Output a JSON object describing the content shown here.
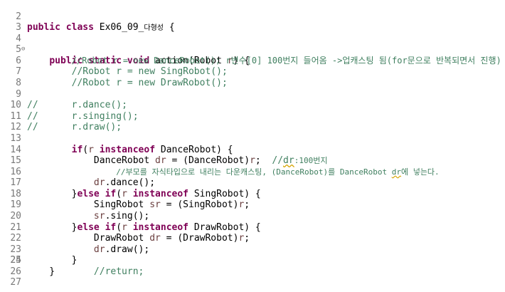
{
  "editor": {
    "line_numbers": [
      "2",
      "3",
      "4",
      "5",
      "6",
      "7",
      "8",
      "9",
      "10",
      "11",
      "12",
      "13",
      "14",
      "15",
      "16",
      "17",
      "18",
      "19",
      "20",
      "21",
      "22",
      "23",
      "24",
      "25",
      "26",
      "27"
    ],
    "fold_marker": "⊖",
    "lines": {
      "l2": {
        "kw1": "public",
        "kw2": "class",
        "name": "Ex06_09_",
        "tail": "다형성",
        "brace": " {"
      },
      "l4": {
        "kw1": "public",
        "kw2": "static",
        "kw3": "void",
        "text": " action(Robot ",
        "var": "r",
        "tail": ") {"
      },
      "l5": {
        "comment": "//Robot r = new DanceRobot(); r변수[0] 100번지 들어옴 ->업캐스팅 됨(for문으로 반복되면서 진행)"
      },
      "l6": {
        "comment": "//Robot r = new SingRobot();"
      },
      "l7": {
        "comment": "//Robot r = new DrawRobot();"
      },
      "l9": {
        "comment": "//",
        "code": "r.dance();"
      },
      "l10": {
        "comment": "//",
        "code": "r.singing();"
      },
      "l11": {
        "comment": "//",
        "code": "r.draw();"
      },
      "l13": {
        "kw": "if",
        "open": "(",
        "var": "r",
        "kw2": "instanceof",
        "text": " DanceRobot) {"
      },
      "l14": {
        "text": "DanceRobot ",
        "var": "dr",
        "text2": " = (DanceRobot)",
        "var2": "r",
        "text3": ";  ",
        "c1": "//",
        "c2": "dr",
        "c3": ":100번지"
      },
      "l15": {
        "comment": "//부모를 자식타입으로 내리는 다운캐스팅, (DanceRobot)를 DanceRobot ",
        "c2": "dr",
        "c3": "에 넣는다."
      },
      "l16": {
        "var": "dr",
        "text": ".dance();"
      },
      "l17": {
        "brace": "}",
        "kw": "else",
        "kw2": "if",
        "open": "(",
        "var": "r",
        "kw3": "instanceof",
        "text": " SingRobot) {"
      },
      "l18": {
        "text": "SingRobot ",
        "var": "sr",
        "text2": " = (SingRobot)",
        "var2": "r",
        "text3": ";"
      },
      "l19": {
        "var": "sr",
        "text": ".sing();"
      },
      "l20": {
        "brace": "}",
        "kw": "else",
        "kw2": "if",
        "open": "(",
        "var": "r",
        "kw3": "instanceof",
        "text": " DrawRobot) {"
      },
      "l21": {
        "text": "DrawRobot ",
        "var": "dr",
        "text2": " = (DrawRobot)",
        "var2": "r",
        "text3": ";"
      },
      "l22": {
        "var": "dr",
        "text": ".draw();"
      },
      "l23": {
        "text": "}"
      },
      "l24": {
        "comment": "//return;"
      },
      "l26": {
        "text": "}"
      }
    }
  }
}
